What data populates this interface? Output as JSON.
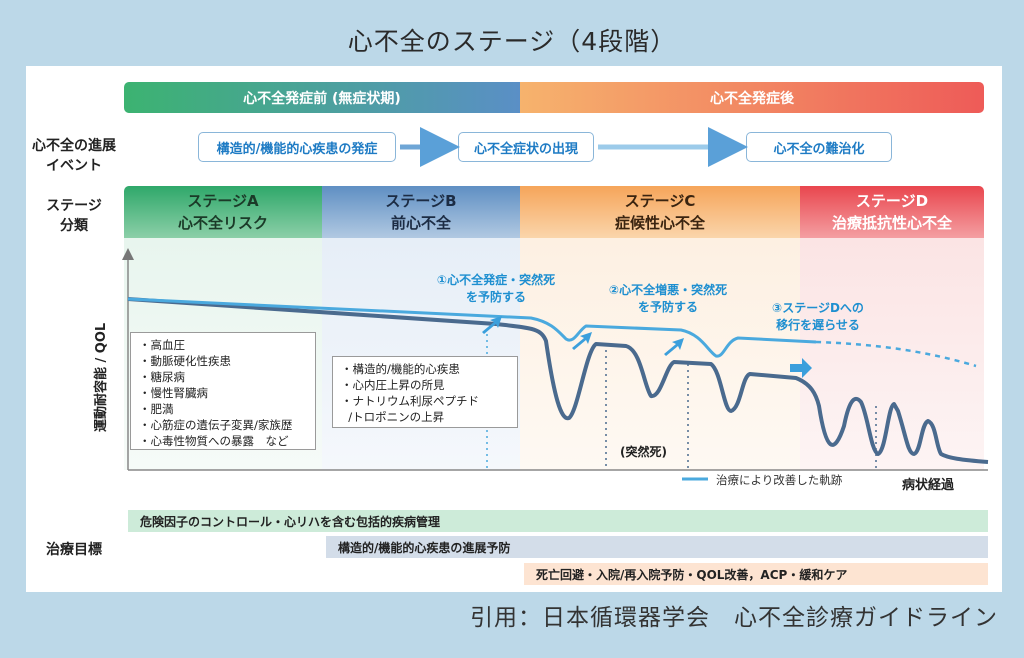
{
  "title": "心不全のステージ（4段階）",
  "citation": "引用：日本循環器学会　心不全診療ガイドライン",
  "phases": {
    "pre": "心不全発症前 (無症状期)",
    "post": "心不全発症後"
  },
  "row_labels": {
    "events_line1": "心不全の進展",
    "events_line2": "イベント",
    "stages_line1": "ステージ",
    "stages_line2": "分類",
    "treatment": "治療目標",
    "y_axis": "運動耐容能 / QOL",
    "x_axis": "病状経過"
  },
  "events": [
    "構造的/機能的心疾患の発症",
    "心不全症状の出現",
    "心不全の難治化"
  ],
  "stages": [
    {
      "name": "ステージA",
      "desc": "心不全リスク"
    },
    {
      "name": "ステージB",
      "desc": "前心不全"
    },
    {
      "name": "ステージC",
      "desc": "症候性心不全"
    },
    {
      "name": "ステージD",
      "desc": "治療抵抗性心不全"
    }
  ],
  "stage_a_factors": [
    "・高血圧",
    "・動脈硬化性疾患",
    "・糖尿病",
    "・慢性腎臓病",
    "・肥満",
    "・心筋症の遺伝子変異/家族歴",
    "・心毒性物質への暴露　など"
  ],
  "stage_b_factors": [
    "・構造的/機能的心疾患",
    "・心内圧上昇の所見",
    "・ナトリウム利尿ペプチド",
    "  /トロポニンの上昇"
  ],
  "annotations": {
    "note1_line1": "①心不全発症・突然死",
    "note1_line2": "を予防する",
    "note2_line1": "②心不全増悪・突然死",
    "note2_line2": "を予防する",
    "note3_line1": "③ステージDへの",
    "note3_line2": "移行を遅らせる",
    "sudden_death": "(突然死)",
    "legend": "治療により改善した軌跡"
  },
  "treatment_goals": [
    "危険因子のコントロール・心リハを含む包括的疾病管理",
    "構造的/機能的心疾患の進展予防",
    "死亡回避・入院/再入院予防・QOL改善，ACP・緩和ケア"
  ],
  "colors": {
    "improved_curve": "#4aa9de",
    "natural_curve": "#4a6a8e",
    "arrow": "#3b9fdc"
  }
}
